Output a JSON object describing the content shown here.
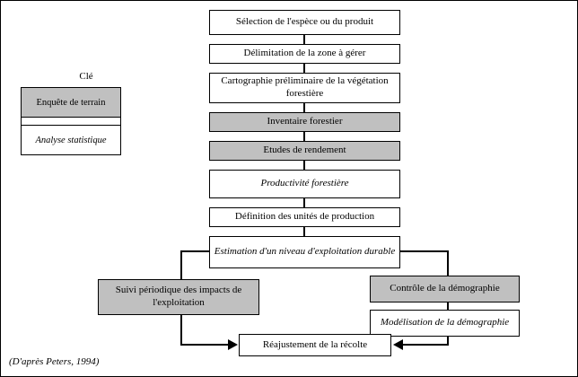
{
  "figure": {
    "source_note": "(D'après Peters, 1994)",
    "colors": {
      "shaded_fill": "#c0c0c0",
      "plain_fill": "#ffffff",
      "stroke": "#000000"
    }
  },
  "legend": {
    "title": "Clé",
    "items": [
      {
        "label": "Enquête de terrain",
        "style": "shaded"
      },
      {
        "label": "Analyse statistique",
        "style": "italic"
      }
    ]
  },
  "flow": {
    "main_chain": [
      {
        "label": "Sélection de l'espèce ou du produit",
        "style": "plain"
      },
      {
        "label": "Délimitation de la zone à gérer",
        "style": "plain"
      },
      {
        "label": "Cartographie préliminaire de la végétation forestière",
        "style": "plain"
      },
      {
        "label": "Inventaire forestier",
        "style": "shaded"
      },
      {
        "label": "Etudes de rendement",
        "style": "shaded"
      },
      {
        "label": "Productivité forestière",
        "style": "italic"
      },
      {
        "label": "Définition des unités de production",
        "style": "plain"
      },
      {
        "label": "Estimation d'un niveau d'exploitation durable",
        "style": "italic"
      }
    ],
    "left_branch": [
      {
        "label": "Suivi périodique des impacts de l'exploitation",
        "style": "shaded"
      }
    ],
    "right_branch": [
      {
        "label": "Contrôle de la démographie",
        "style": "shaded"
      },
      {
        "label": "Modélisation de la démographie",
        "style": "italic"
      }
    ],
    "terminal": {
      "label": "Réajustement de la récolte",
      "style": "plain"
    }
  }
}
